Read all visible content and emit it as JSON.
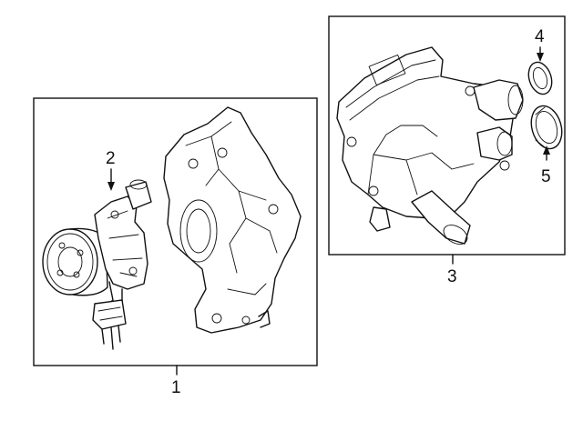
{
  "callouts": {
    "part1": "1",
    "part2": "2",
    "part3": "3",
    "part4": "4",
    "part5": "5"
  },
  "colors": {
    "line": "#111111",
    "background": "#ffffff"
  }
}
